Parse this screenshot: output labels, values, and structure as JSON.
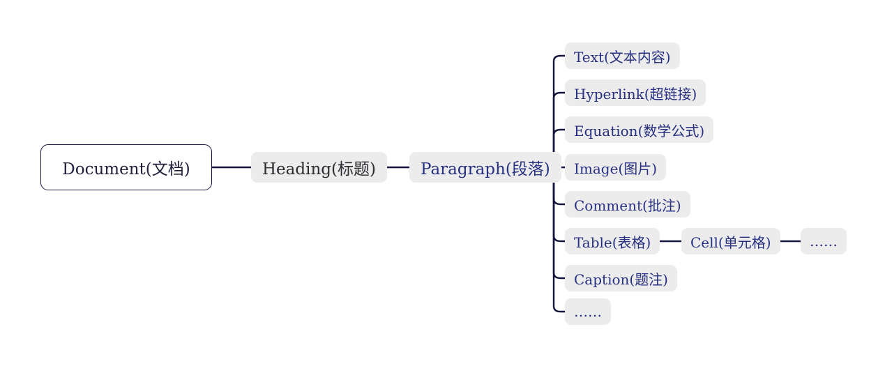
{
  "mindmap": {
    "root": {
      "label": "Document(文档)"
    },
    "heading": {
      "label": "Heading(标题)"
    },
    "paragraph": {
      "label": "Paragraph(段落)"
    },
    "paragraph_children": [
      {
        "label": "Text(文本内容)"
      },
      {
        "label": "Hyperlink(超链接)"
      },
      {
        "label": "Equation(数学公式)"
      },
      {
        "label": "Image(图片)"
      },
      {
        "label": "Comment(批注)"
      },
      {
        "label": "Table(表格)"
      },
      {
        "label": "Caption(题注)"
      },
      {
        "label": "……"
      }
    ],
    "table_children": [
      {
        "label": "Cell(单元格)"
      }
    ],
    "cell_children": [
      {
        "label": "……"
      }
    ],
    "colors": {
      "connector_line": "#14143c",
      "node_background": "#ececec",
      "root_border": "#14143c",
      "root_text": "#20203a",
      "heading_text": "#2b2b30",
      "link_text": "#273081",
      "canvas_background": "#ffffff"
    }
  }
}
